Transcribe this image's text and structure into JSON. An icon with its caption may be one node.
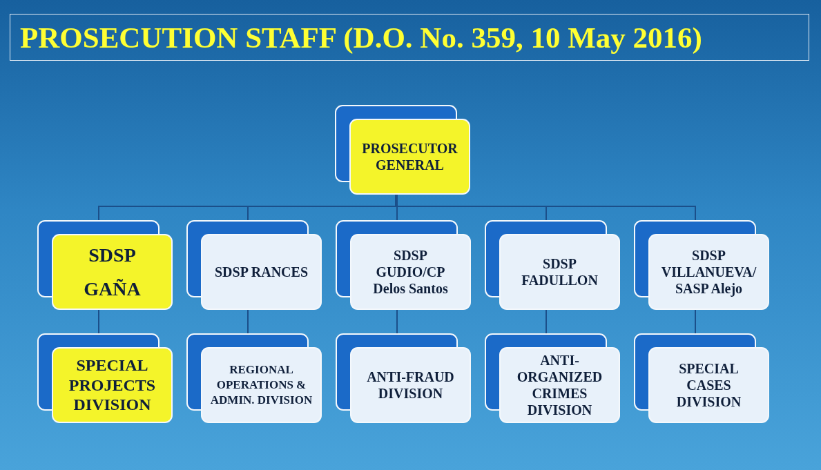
{
  "diagram": {
    "title": "PROSECUTION STAFF (D.O. No. 359, 10 May 2016)",
    "nodes": [
      {
        "text": [
          "PROSECUTOR GENERAL"
        ]
      },
      {
        "text": [
          "SDSP GAÑA"
        ]
      },
      {
        "text": [
          "SDSP RANCES"
        ]
      },
      {
        "text": [
          "SDSP GUDIO/CP Delos Santos"
        ]
      },
      {
        "text": [
          "SDSP FADULLON"
        ]
      },
      {
        "text": [
          "SDSP VILLANUEVA/ SASP Alejo"
        ]
      },
      {
        "text": [
          "SPECIAL PROJECTS DIVISION"
        ]
      },
      {
        "text": [
          "REGIONAL OPERATIONS & ADMIN. DIVISION"
        ]
      },
      {
        "text": [
          "ANTI-FRAUD DIVISION"
        ]
      },
      {
        "text": [
          "ANTI-ORGANIZED CRIMES DIVISION"
        ]
      },
      {
        "text": [
          "SPECIAL CASES DIVISION"
        ]
      }
    ],
    "edges": [
      {
        "from": 0,
        "to": 1,
        "arrow": "none"
      },
      {
        "from": 0,
        "to": 2,
        "arrow": "none"
      },
      {
        "from": 0,
        "to": 3,
        "arrow": "none"
      },
      {
        "from": 0,
        "to": 4,
        "arrow": "none"
      },
      {
        "from": 0,
        "to": 5,
        "arrow": "none"
      },
      {
        "from": 1,
        "to": 6,
        "arrow": "none"
      },
      {
        "from": 2,
        "to": 7,
        "arrow": "none"
      },
      {
        "from": 3,
        "to": 8,
        "arrow": "none"
      },
      {
        "from": 4,
        "to": 9,
        "arrow": "none"
      },
      {
        "from": 5,
        "to": 10,
        "arrow": "none"
      }
    ]
  }
}
